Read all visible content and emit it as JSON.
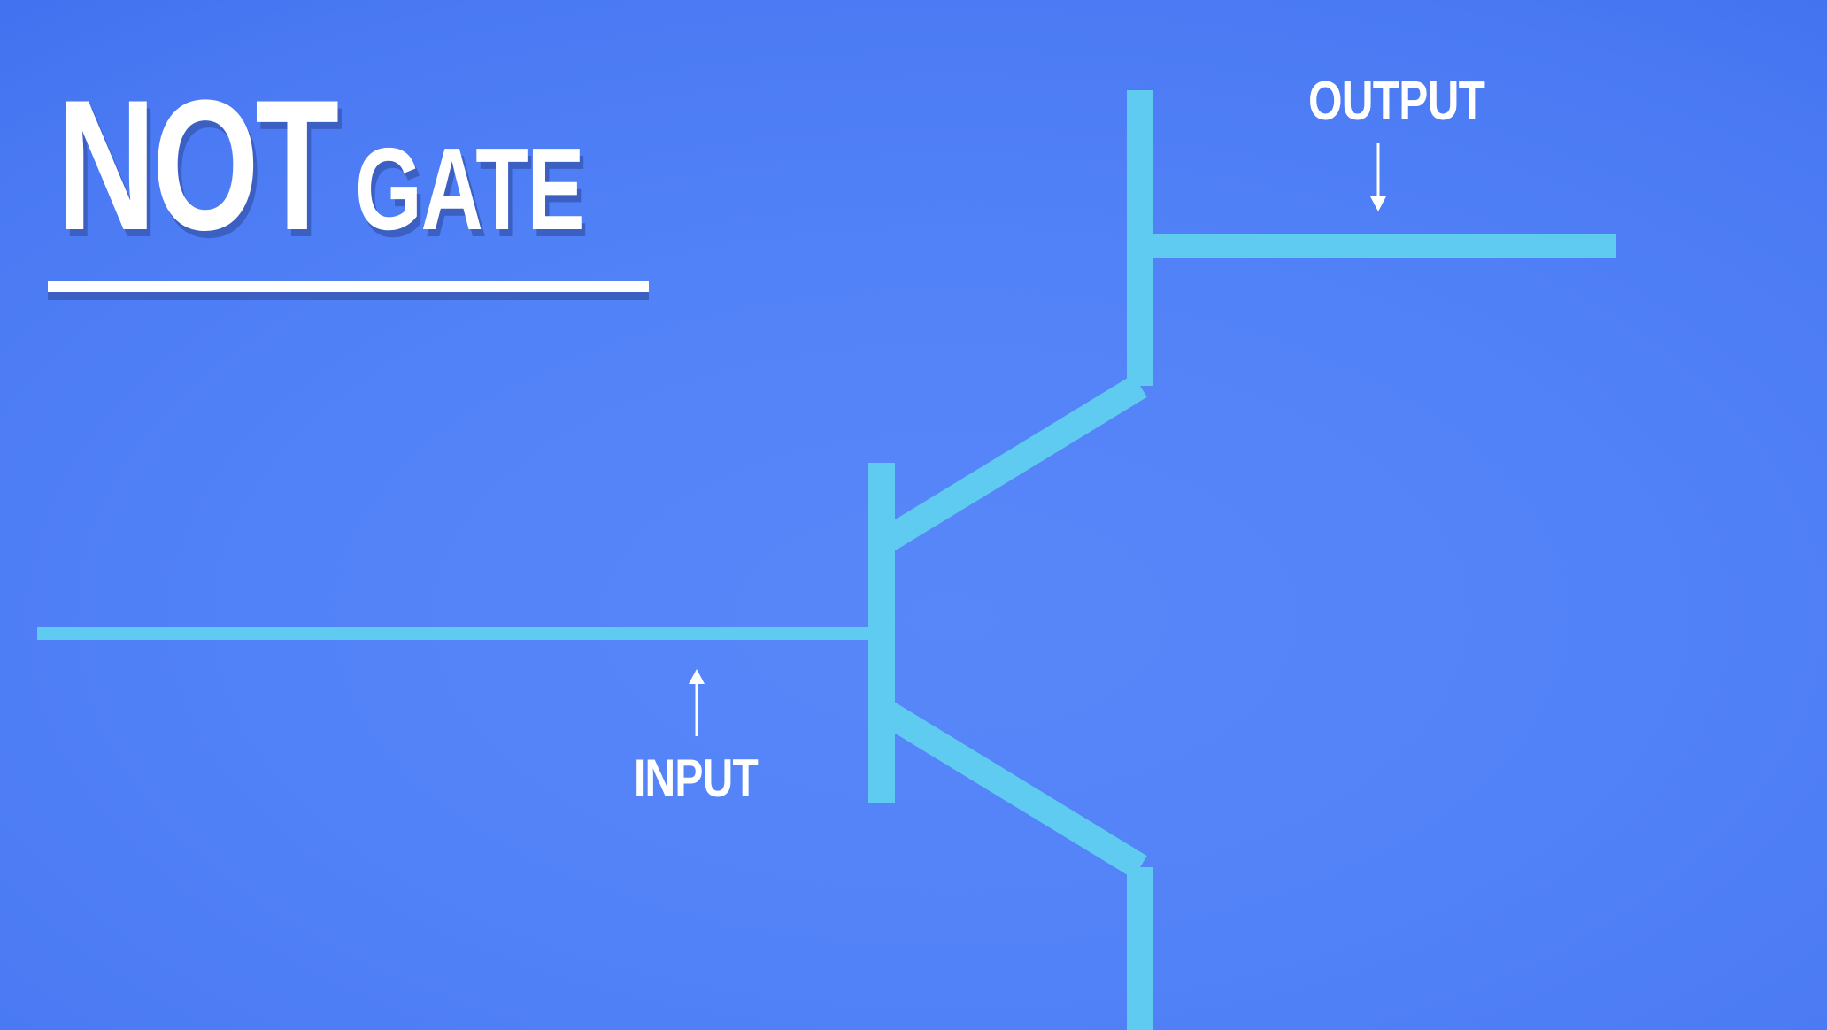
{
  "title": {
    "word_main": "NOT",
    "word_secondary": "GATE"
  },
  "labels": {
    "output": "OUTPUT",
    "input": "INPUT"
  },
  "colors": {
    "background": "#5282f7",
    "wire": "#5fcbf0",
    "text": "#ffffff",
    "text_shadow": "#3c5fc2"
  },
  "icons": {
    "output_arrow": "arrow-down-icon",
    "input_arrow": "arrow-up-icon"
  }
}
